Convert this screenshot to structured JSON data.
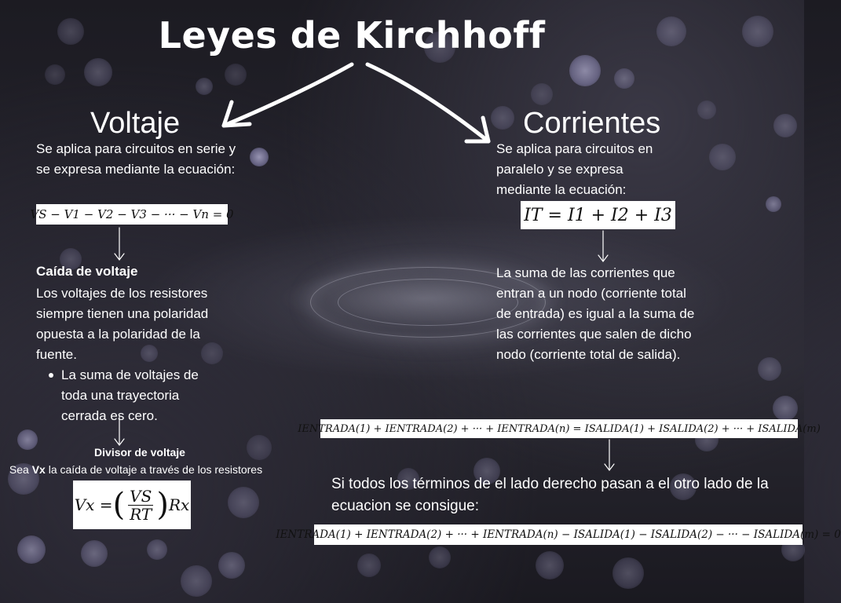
{
  "title": "Leyes de Kirchhoff",
  "voltaje": {
    "heading": "Voltaje",
    "description": "Se aplica para circuitos en serie y se expresa mediante la ecuación:",
    "equation": "VS − V1 − V2 − V3 − ··· − Vn = 0",
    "caida_title": "Caída de voltaje",
    "caida_text": "Los voltajes de los resistores siempre tienen una polaridad opuesta a la polaridad de la fuente.",
    "bullet": "La suma de voltajes de toda una trayectoria cerrada es cero.",
    "divisor_title": "Divisor de voltaje",
    "divisor_pre": "Sea ",
    "divisor_bold": "Vx",
    "divisor_post": " la caída de voltaje a través de los resistores",
    "divisor_eq": {
      "lhs": "Vx =",
      "num": "VS",
      "den": "RT",
      "rhs": "Rx"
    }
  },
  "corrientes": {
    "heading": "Corrientes",
    "description": "Se aplica para circuitos en paralelo y se expresa mediante la ecuación:",
    "equation": "IT = I1 + I2 + I3",
    "suma_text": "La suma de las corrientes que entran a un nodo (corriente total de entrada) es igual a la suma de las corrientes que salen de dicho nodo (corriente total de salida).",
    "equation_nodes": "IENTRADA(1) + IENTRADA(2) + ··· + IENTRADA(n) = ISALIDA(1) + ISALIDA(2) + ··· + ISALIDA(m)",
    "final_text": "Si todos los términos de el lado derecho pasan a el otro lado de la ecuacion se consigue:",
    "equation_final": "IENTRADA(1) + IENTRADA(2) + ··· + IENTRADA(n) − ISALIDA(1) − ISALIDA(2) − ··· − ISALIDA(m) = 0"
  },
  "colors": {
    "text": "#ffffff",
    "background": "#24232c",
    "equation_bg": "#ffffff",
    "bokeh": "#b9b4e6"
  }
}
